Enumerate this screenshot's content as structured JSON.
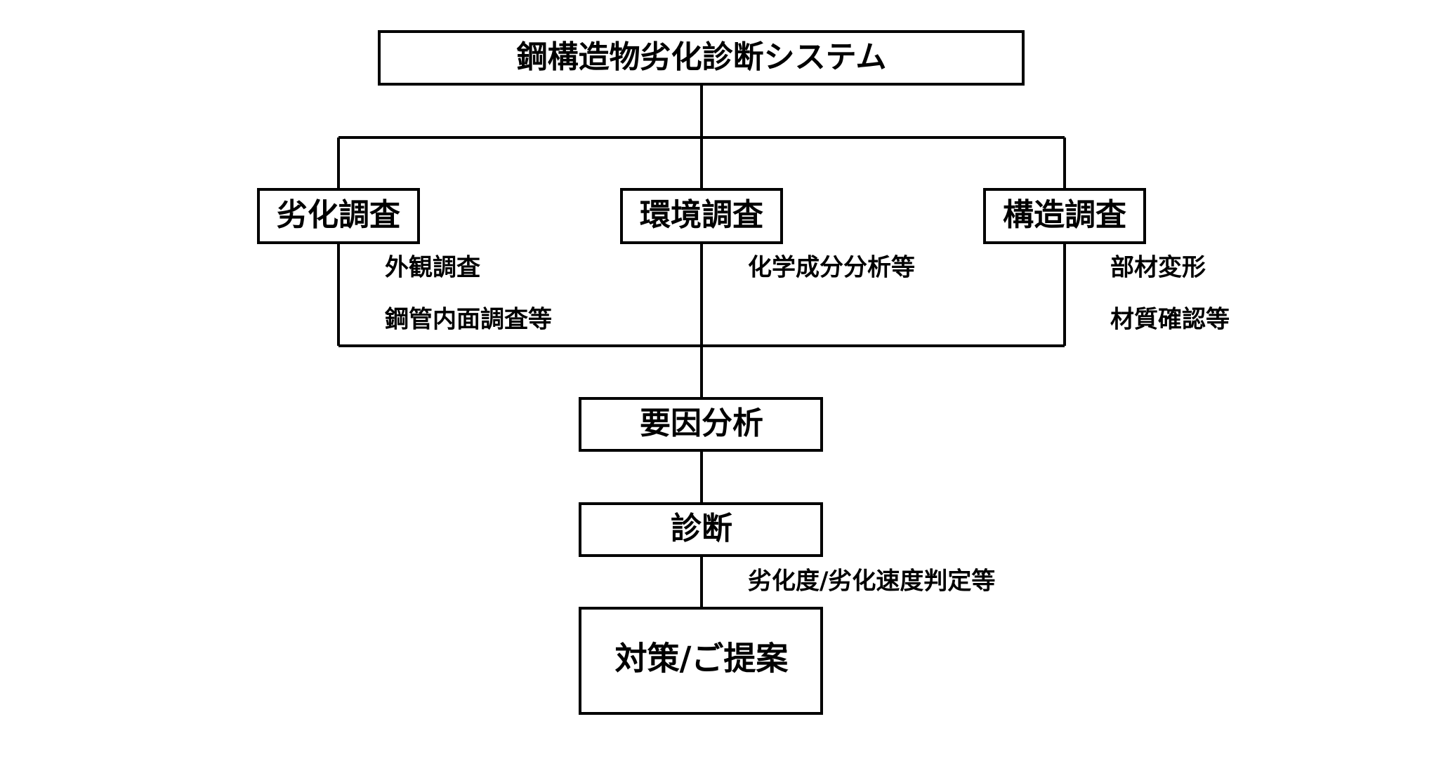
{
  "diagram": {
    "title": "鋼構造物劣化診断システム",
    "categories": [
      {
        "label": "劣化調査",
        "notes": [
          "外観調査",
          "鋼管内面調査等"
        ]
      },
      {
        "label": "環境調査",
        "notes": [
          "化学成分分析等"
        ]
      },
      {
        "label": "構造調査",
        "notes": [
          "部材変形",
          "材質確認等"
        ]
      }
    ],
    "analysis": "要因分析",
    "diagnosis": "診断",
    "diagnosis_note": "劣化度/劣化速度判定等",
    "proposal": "対策/ご提案"
  }
}
